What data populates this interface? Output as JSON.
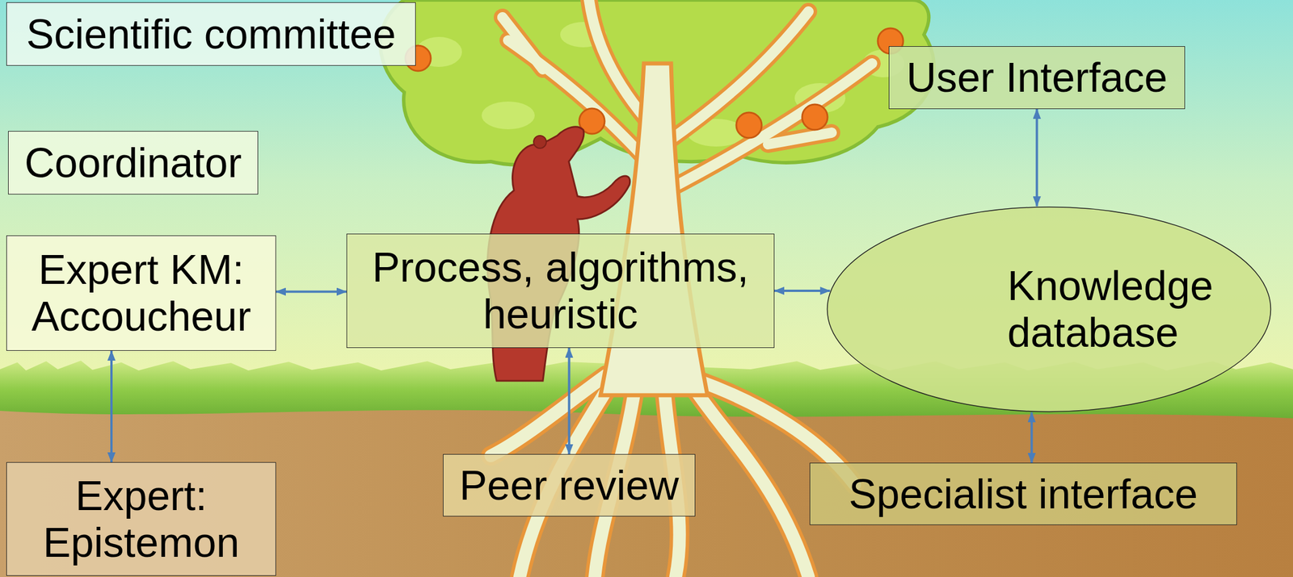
{
  "diagram": {
    "nodes": [
      {
        "text": [
          "Scientific committee"
        ]
      },
      {
        "text": [
          "User Interface"
        ]
      },
      {
        "text": [
          "Coordinator"
        ]
      },
      {
        "text": [
          "Expert KM: Accoucheur"
        ]
      },
      {
        "text": [
          "Process, algorithms, heuristic"
        ]
      },
      {
        "text": [
          "Knowledge database"
        ]
      },
      {
        "text": [
          "Expert: Epistemon"
        ]
      },
      {
        "text": [
          "Peer review"
        ]
      },
      {
        "text": [
          "Specialist interface"
        ]
      }
    ],
    "edges": [
      {
        "from": 1,
        "to": 5,
        "arrow": "both"
      },
      {
        "from": 3,
        "to": 4,
        "arrow": "both"
      },
      {
        "from": 4,
        "to": 5,
        "arrow": "both"
      },
      {
        "from": 3,
        "to": 6,
        "arrow": "both"
      },
      {
        "from": 4,
        "to": 7,
        "arrow": "both"
      },
      {
        "from": 5,
        "to": 8,
        "arrow": "both"
      }
    ]
  }
}
